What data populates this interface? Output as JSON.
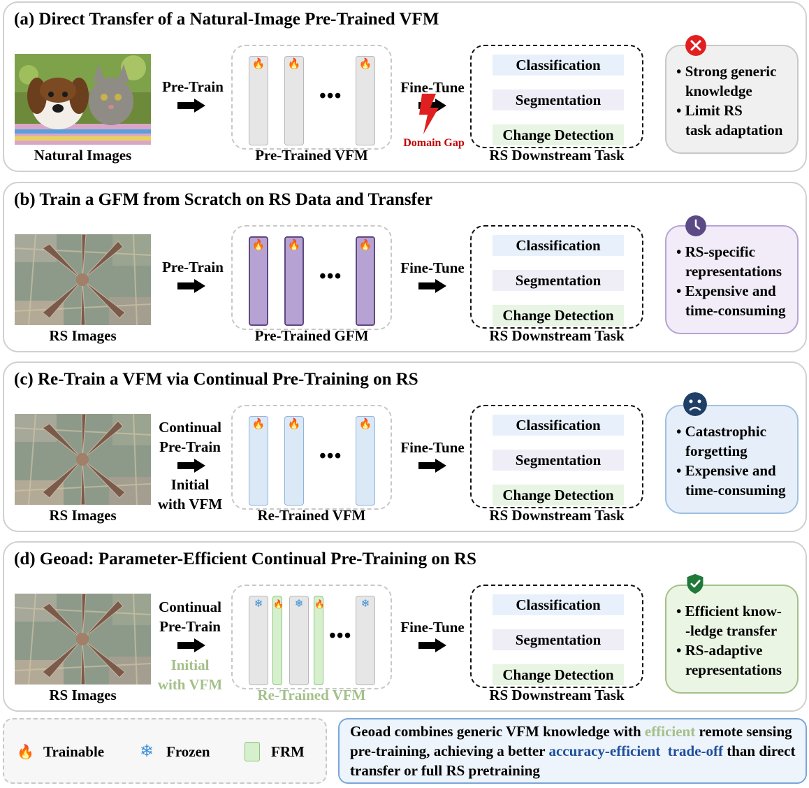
{
  "panels": [
    {
      "title": "(a) Direct Transfer of a Natural-Image Pre-Trained VFM",
      "image_label": "Natural Images",
      "pretrain_label": [
        "Pre-Train"
      ],
      "model_label": "Pre-Trained VFM",
      "finetune_label": "Fine-Tune",
      "gap_label": "Domain Gap",
      "tasks": [
        "Classification",
        "Segmentation",
        "Change Detection"
      ],
      "task_label": "RS Downstream Task",
      "notes": [
        {
          "bullet": true,
          "text": "Strong generic"
        },
        {
          "bullet": false,
          "text": "knowledge"
        },
        {
          "bullet": true,
          "text": "Limit RS"
        },
        {
          "bullet": false,
          "text": "task adaptation"
        }
      ],
      "badge_icon": "cross-icon"
    },
    {
      "title": "(b) Train a GFM from Scratch on RS Data and Transfer",
      "image_label": "RS Images",
      "pretrain_label": [
        "Pre-Train"
      ],
      "model_label": "Pre-Trained GFM",
      "finetune_label": "Fine-Tune",
      "tasks": [
        "Classification",
        "Segmentation",
        "Change Detection"
      ],
      "task_label": "RS Downstream Task",
      "notes": [
        {
          "bullet": true,
          "text": "RS-specific"
        },
        {
          "bullet": false,
          "text": "representations"
        },
        {
          "bullet": true,
          "text": "Expensive and"
        },
        {
          "bullet": false,
          "text": "time-consuming"
        }
      ],
      "badge_icon": "clock-icon"
    },
    {
      "title": "(c) Re-Train a VFM via Continual Pre-Training on RS",
      "image_label": "RS Images",
      "pretrain_label": [
        "Continual",
        "Pre-Train"
      ],
      "init_label": [
        "Initial",
        "with VFM"
      ],
      "model_label": "Re-Trained VFM",
      "finetune_label": "Fine-Tune",
      "tasks": [
        "Classification",
        "Segmentation",
        "Change Detection"
      ],
      "task_label": "RS Downstream Task",
      "notes": [
        {
          "bullet": true,
          "text": "Catastrophic"
        },
        {
          "bullet": false,
          "text": "forgetting"
        },
        {
          "bullet": true,
          "text": "Expensive and"
        },
        {
          "bullet": false,
          "text": "time-consuming"
        }
      ],
      "badge_icon": "sad-face-icon"
    },
    {
      "title": "(d) Geoad: Parameter-Efficient Continual Pre-Training on RS",
      "image_label": "RS Images",
      "pretrain_label": [
        "Continual",
        "Pre-Train"
      ],
      "init_label": [
        "Initial",
        "with VFM"
      ],
      "model_label": "Re-Trained VFM",
      "finetune_label": "Fine-Tune",
      "tasks": [
        "Classification",
        "Segmentation",
        "Change Detection"
      ],
      "task_label": "RS Downstream Task",
      "notes": [
        {
          "bullet": true,
          "text": "Efficient know-"
        },
        {
          "bullet": false,
          "text": "-ledge transfer"
        },
        {
          "bullet": true,
          "text": "RS-adaptive"
        },
        {
          "bullet": false,
          "text": "representations"
        }
      ],
      "badge_icon": "shield-check-icon"
    }
  ],
  "legend": {
    "trainable": "Trainable",
    "frozen": "Frozen",
    "frm": "FRM"
  },
  "summary": {
    "part1": "Geoad combines generic VFM knowledge with ",
    "efficient": "efficient",
    "part2": " remote sensing pre-training, achieving a better ",
    "highlight": "accuracy-efficient  trade-off",
    "part3": " than direct transfer or full RS pretraining"
  },
  "colors": {
    "gray_bar": "#e6e6e6",
    "purple_bar": "#b7a3d3",
    "blue_bar": "#dbe8f6",
    "green_bar": "#d6efcd",
    "note_gray": "#f0f0f0",
    "note_purple": "#f1ecf8",
    "note_blue": "#e6eff9",
    "note_green": "#eaf5e3",
    "green_text": "#a4c08a",
    "blue_text": "#1d4f9b",
    "red": "#e02020"
  }
}
